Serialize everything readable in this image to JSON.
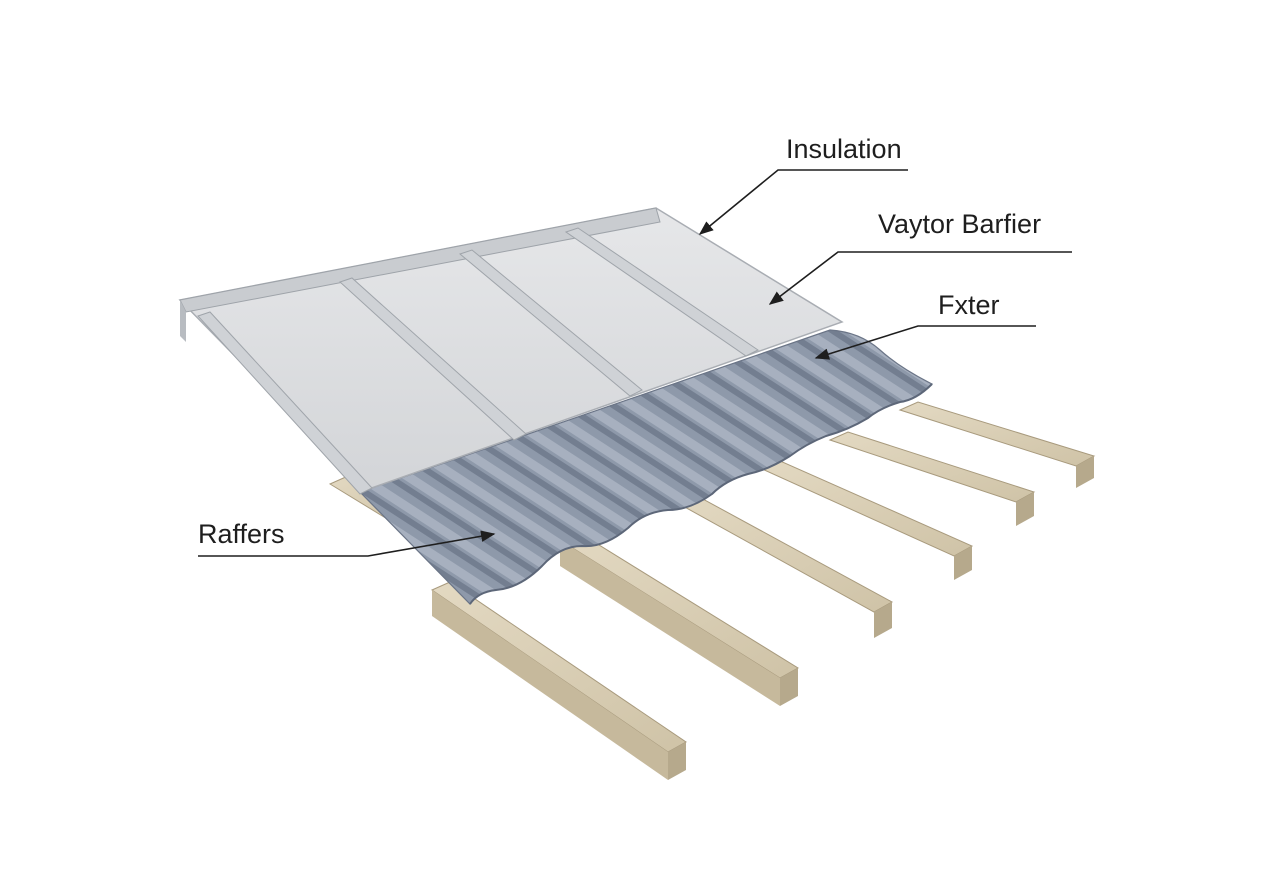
{
  "diagram": {
    "labels": {
      "insulation": "Insulation",
      "vapor_barrier": "Vaytor Barfier",
      "fxter": "Fxter",
      "rafters": "Raffers"
    },
    "colors": {
      "background": "#ffffff",
      "timber": "#d8cdb4",
      "timber_side": "#b9ac8f",
      "corrugated_sheet": "#8f9aab",
      "corrugated_shadow": "#6f7a8c",
      "metal_panel": "#dcdee1",
      "metal_seam": "#c5c8cc",
      "leader_line": "#1e1e1e"
    }
  }
}
